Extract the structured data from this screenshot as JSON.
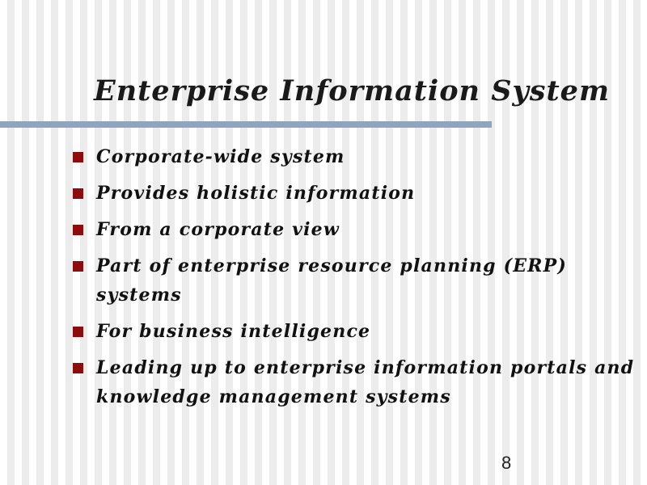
{
  "slide": {
    "title": "Enterprise Information System",
    "bullets": [
      {
        "text": "Corporate-wide system"
      },
      {
        "text": "Provides holistic information"
      },
      {
        "text": "From a corporate view"
      },
      {
        "text": "Part of enterprise resource planning (ERP) systems"
      },
      {
        "text": "For business intelligence"
      },
      {
        "text": "Leading up to enterprise information portals and knowledge management systems"
      }
    ],
    "page_number": "8"
  },
  "colors": {
    "bullet_marker": "#8b0d0d",
    "title_rule": "#8fa4bf"
  }
}
